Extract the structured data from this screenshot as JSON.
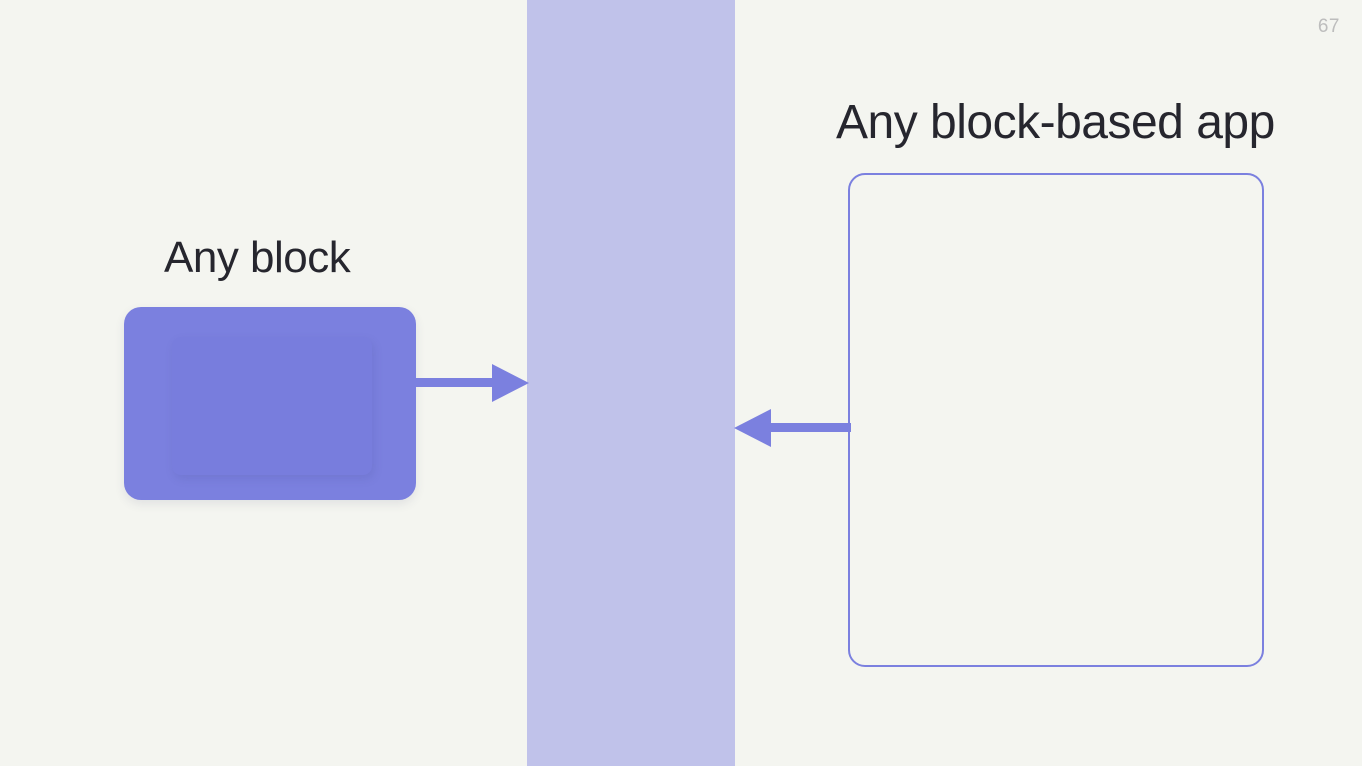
{
  "slide": {
    "page_number": "67",
    "background_color": "#f4f5f0",
    "accent_color": "#7b80df",
    "band_color": "#c0c2ea",
    "text_color": "#26262e",
    "page_number_color": "#bdbdbd"
  },
  "left": {
    "heading": "Any block",
    "block_label": "",
    "icon": "rounded-rectangle-block"
  },
  "right": {
    "heading": "Any block-based app",
    "frame_label": "",
    "icon": "rounded-rectangle-outline-frame"
  },
  "center": {
    "band_label": ""
  },
  "arrows": {
    "to_center": {
      "direction": "right",
      "icon": "arrow-right-icon",
      "color": "#7b80df"
    },
    "from_app": {
      "direction": "left",
      "icon": "arrow-left-icon",
      "color": "#7b80df"
    }
  }
}
